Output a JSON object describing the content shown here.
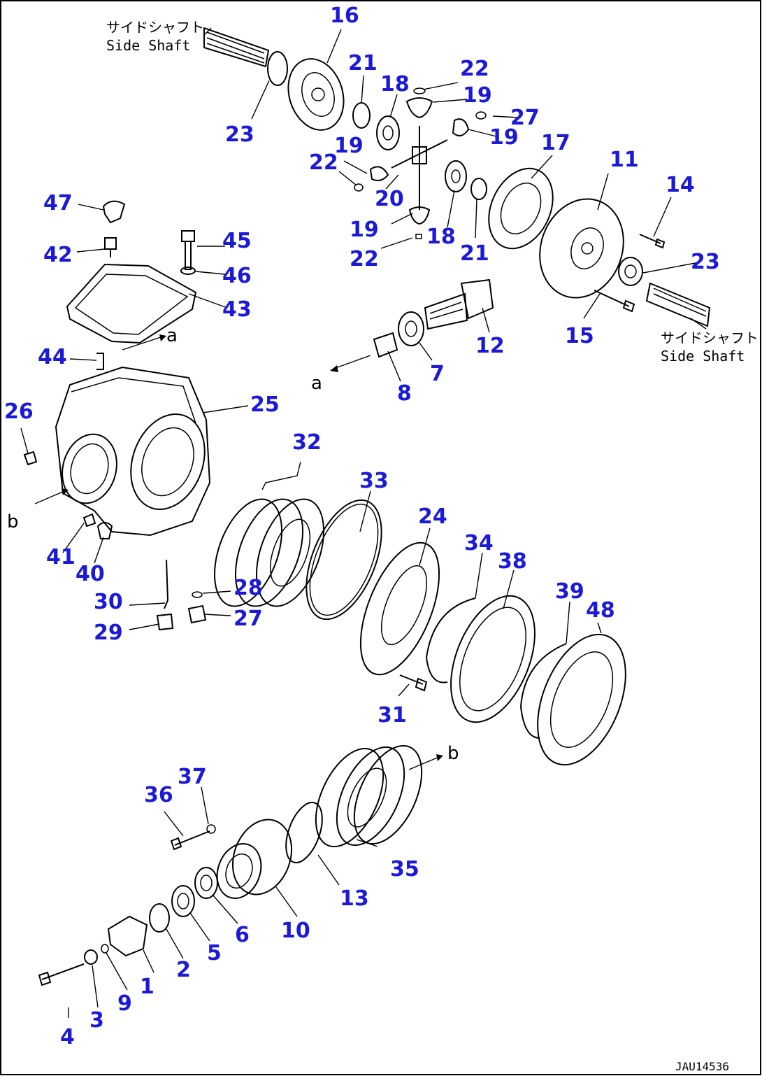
{
  "labels": {
    "side_shaft_top_jp": "サイドシャフト",
    "side_shaft_top_en": "Side Shaft",
    "side_shaft_right_jp": "サイドシャフト",
    "side_shaft_right_en": "Side Shaft",
    "view_a": "a",
    "view_b": "b",
    "drawing_code": "JAU14536"
  },
  "callouts": [
    "1",
    "2",
    "3",
    "4",
    "5",
    "6",
    "7",
    "8",
    "9",
    "10",
    "11",
    "12",
    "13",
    "14",
    "15",
    "16",
    "17",
    "18",
    "19",
    "20",
    "21",
    "22",
    "23",
    "24",
    "25",
    "26",
    "27",
    "28",
    "29",
    "30",
    "31",
    "32",
    "33",
    "34",
    "35",
    "36",
    "37",
    "38",
    "39",
    "40",
    "41",
    "42",
    "43",
    "44",
    "45",
    "46",
    "47",
    "48"
  ],
  "colors": {
    "callout": "#1a1ad8",
    "line": "#000000",
    "background": "#ffffff"
  }
}
